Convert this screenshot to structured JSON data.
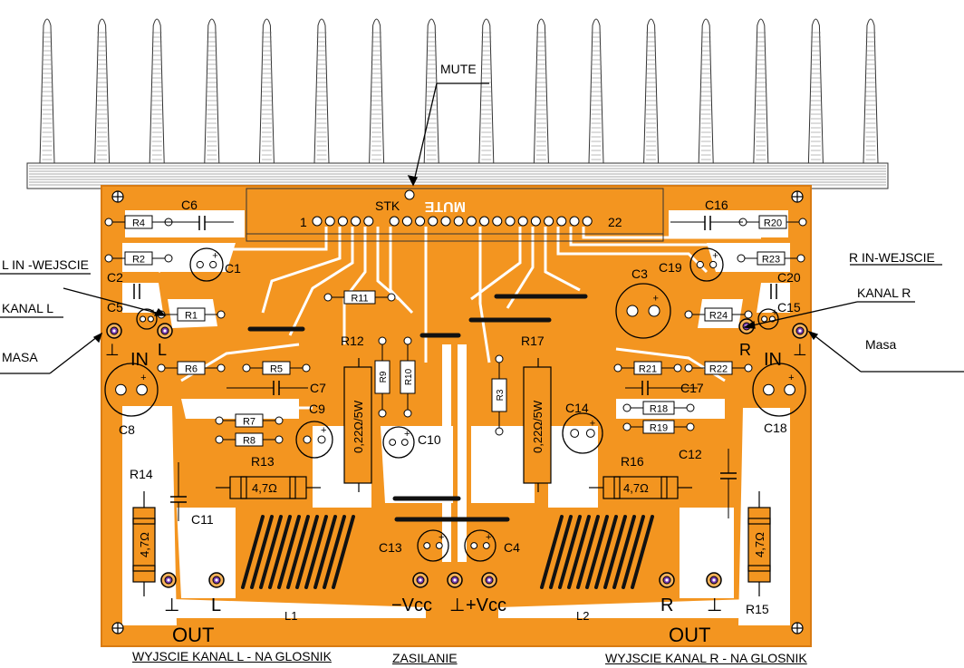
{
  "annotations": {
    "mute": "MUTE",
    "l_in": "L IN -WEJSCIE",
    "kanal_l": "KANAL L",
    "masa_l": "MASA",
    "r_in": "R IN-WEJSCIE",
    "kanal_r": "KANAL R",
    "masa_r": "Masa",
    "out_l_caption": "WYJSCIE KANAL L - NA GLOSNIK",
    "power_caption": "ZASILANIE",
    "out_r_caption": "WYJSCIE KANAL R - NA GLOSNIK"
  },
  "board": {
    "chip": "STK",
    "pin_first": "1",
    "pin_last": "22",
    "chip_mark": "MUTE",
    "in_label": "IN",
    "l_label": "L",
    "r_label": "R",
    "ground_symbol": "⊥",
    "out_label": "OUT",
    "neg_vcc": "−Vcc",
    "pos_vcc": "+Vcc",
    "inductor_left": "L1",
    "inductor_right": "L2"
  },
  "components": {
    "C1": "C1",
    "C2": "C2",
    "C3": "C3",
    "C4": "C4",
    "C5": "C5",
    "C6": "C6",
    "C7": "C7",
    "C8": "C8",
    "C9": "C9",
    "C10": "C10",
    "C11": "C11",
    "C12": "C12",
    "C13": "C13",
    "C14": "C14",
    "C15": "C15",
    "C16": "C16",
    "C17": "C17",
    "C18": "C18",
    "C19": "C19",
    "C20": "C20",
    "R1": "R1",
    "R2": "R2",
    "R3": "R3",
    "R4": "R4",
    "R5": "R5",
    "R6": "R6",
    "R7": "R7",
    "R8": "R8",
    "R9": "R9",
    "R10": "R10",
    "R11": "R11",
    "R12": "R12",
    "R13": "R13",
    "R14": "R14",
    "R15": "R15",
    "R16": "R16",
    "R17": "R17",
    "R18": "R18",
    "R19": "R19",
    "R20": "R20",
    "R21": "R21",
    "R22": "R22",
    "R23": "R23",
    "R24": "R24",
    "r_power_value": "0,22Ω/5W",
    "r_out_value": "4,7Ω"
  },
  "colors": {
    "copper": "#F39520",
    "board_edge": "#D97B12",
    "heatsink": "#ffffff",
    "ink": "#000000"
  }
}
